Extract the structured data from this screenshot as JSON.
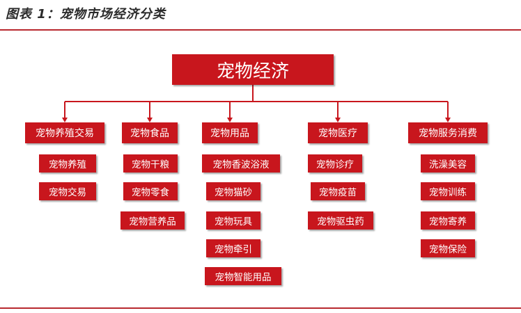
{
  "figure": {
    "title": "图表 1：宠物市场经济分类"
  },
  "colors": {
    "box": "#c8161d",
    "rule": "#b8282e",
    "connector": "#c8161d"
  },
  "root": {
    "label": "宠物经济"
  },
  "categories": [
    {
      "label": "宠物养殖交易",
      "items": [
        "宠物养殖",
        "宠物交易"
      ]
    },
    {
      "label": "宠物食品",
      "items": [
        "宠物干粮",
        "宠物零食",
        "宠物营养品"
      ]
    },
    {
      "label": "宠物用品",
      "items": [
        "宠物香波浴液",
        "宠物猫砂",
        "宠物玩具",
        "宠物牵引",
        "宠物智能用品"
      ]
    },
    {
      "label": "宠物医疗",
      "items": [
        "宠物诊疗",
        "宠物疫苗",
        "宠物驱虫药"
      ]
    },
    {
      "label": "宠物服务消费",
      "items": [
        "洗澡美容",
        "宠物训练",
        "宠物寄养",
        "宠物保险"
      ]
    }
  ]
}
